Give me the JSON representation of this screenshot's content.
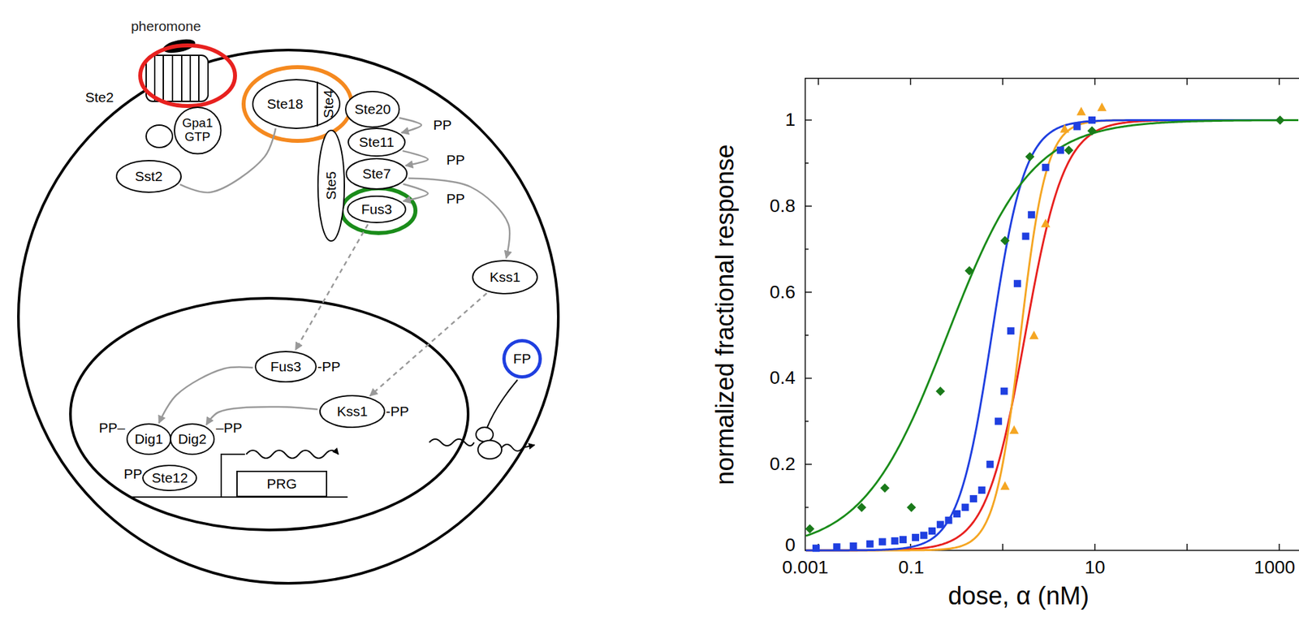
{
  "diagram": {
    "nodes": [
      {
        "text": [
          "Ste2"
        ]
      },
      {
        "text": [
          "Gpa1 GTP"
        ]
      },
      {
        "text": [
          "Sst2"
        ]
      },
      {
        "text": [
          "Ste18"
        ]
      },
      {
        "text": [
          "Ste4"
        ]
      },
      {
        "text": [
          "Ste20"
        ]
      },
      {
        "text": [
          "Ste5"
        ]
      },
      {
        "text": [
          "Ste11"
        ]
      },
      {
        "text": [
          "Ste7"
        ]
      },
      {
        "text": [
          "Fus3"
        ]
      },
      {
        "text": [
          "Kss1"
        ]
      },
      {
        "text": [
          "Fus3",
          "-PP"
        ]
      },
      {
        "text": [
          "Kss1",
          "-PP"
        ]
      },
      {
        "text": [
          "Dig1"
        ]
      },
      {
        "text": [
          "Dig2"
        ]
      },
      {
        "text": [
          "Ste12"
        ]
      },
      {
        "text": [
          "PRG"
        ]
      },
      {
        "text": [
          "FP"
        ]
      }
    ],
    "edges": [
      {
        "from": 2,
        "to": 3,
        "arrow": "none"
      },
      {
        "from": 5,
        "to": 7,
        "arrow": "to"
      },
      {
        "from": 7,
        "to": 8,
        "arrow": "to"
      },
      {
        "from": 8,
        "to": 9,
        "arrow": "to"
      },
      {
        "from": 8,
        "to": 10,
        "arrow": "to"
      },
      {
        "from": 9,
        "to": 11,
        "arrow": "to"
      },
      {
        "from": 10,
        "to": 12,
        "arrow": "to"
      },
      {
        "from": 11,
        "to": 13,
        "arrow": "to"
      },
      {
        "from": 12,
        "to": 14,
        "arrow": "to"
      }
    ],
    "labels": [
      "pheromone",
      "PP",
      "PP",
      "PP",
      "PP–",
      "–PP",
      "PP",
      "normalized fractional response",
      "dose, α (nM)",
      "1",
      "0.8",
      "0.6",
      "0.4",
      "0.2",
      "0",
      "0.001",
      "0.1",
      "10",
      "1000"
    ]
  }
}
